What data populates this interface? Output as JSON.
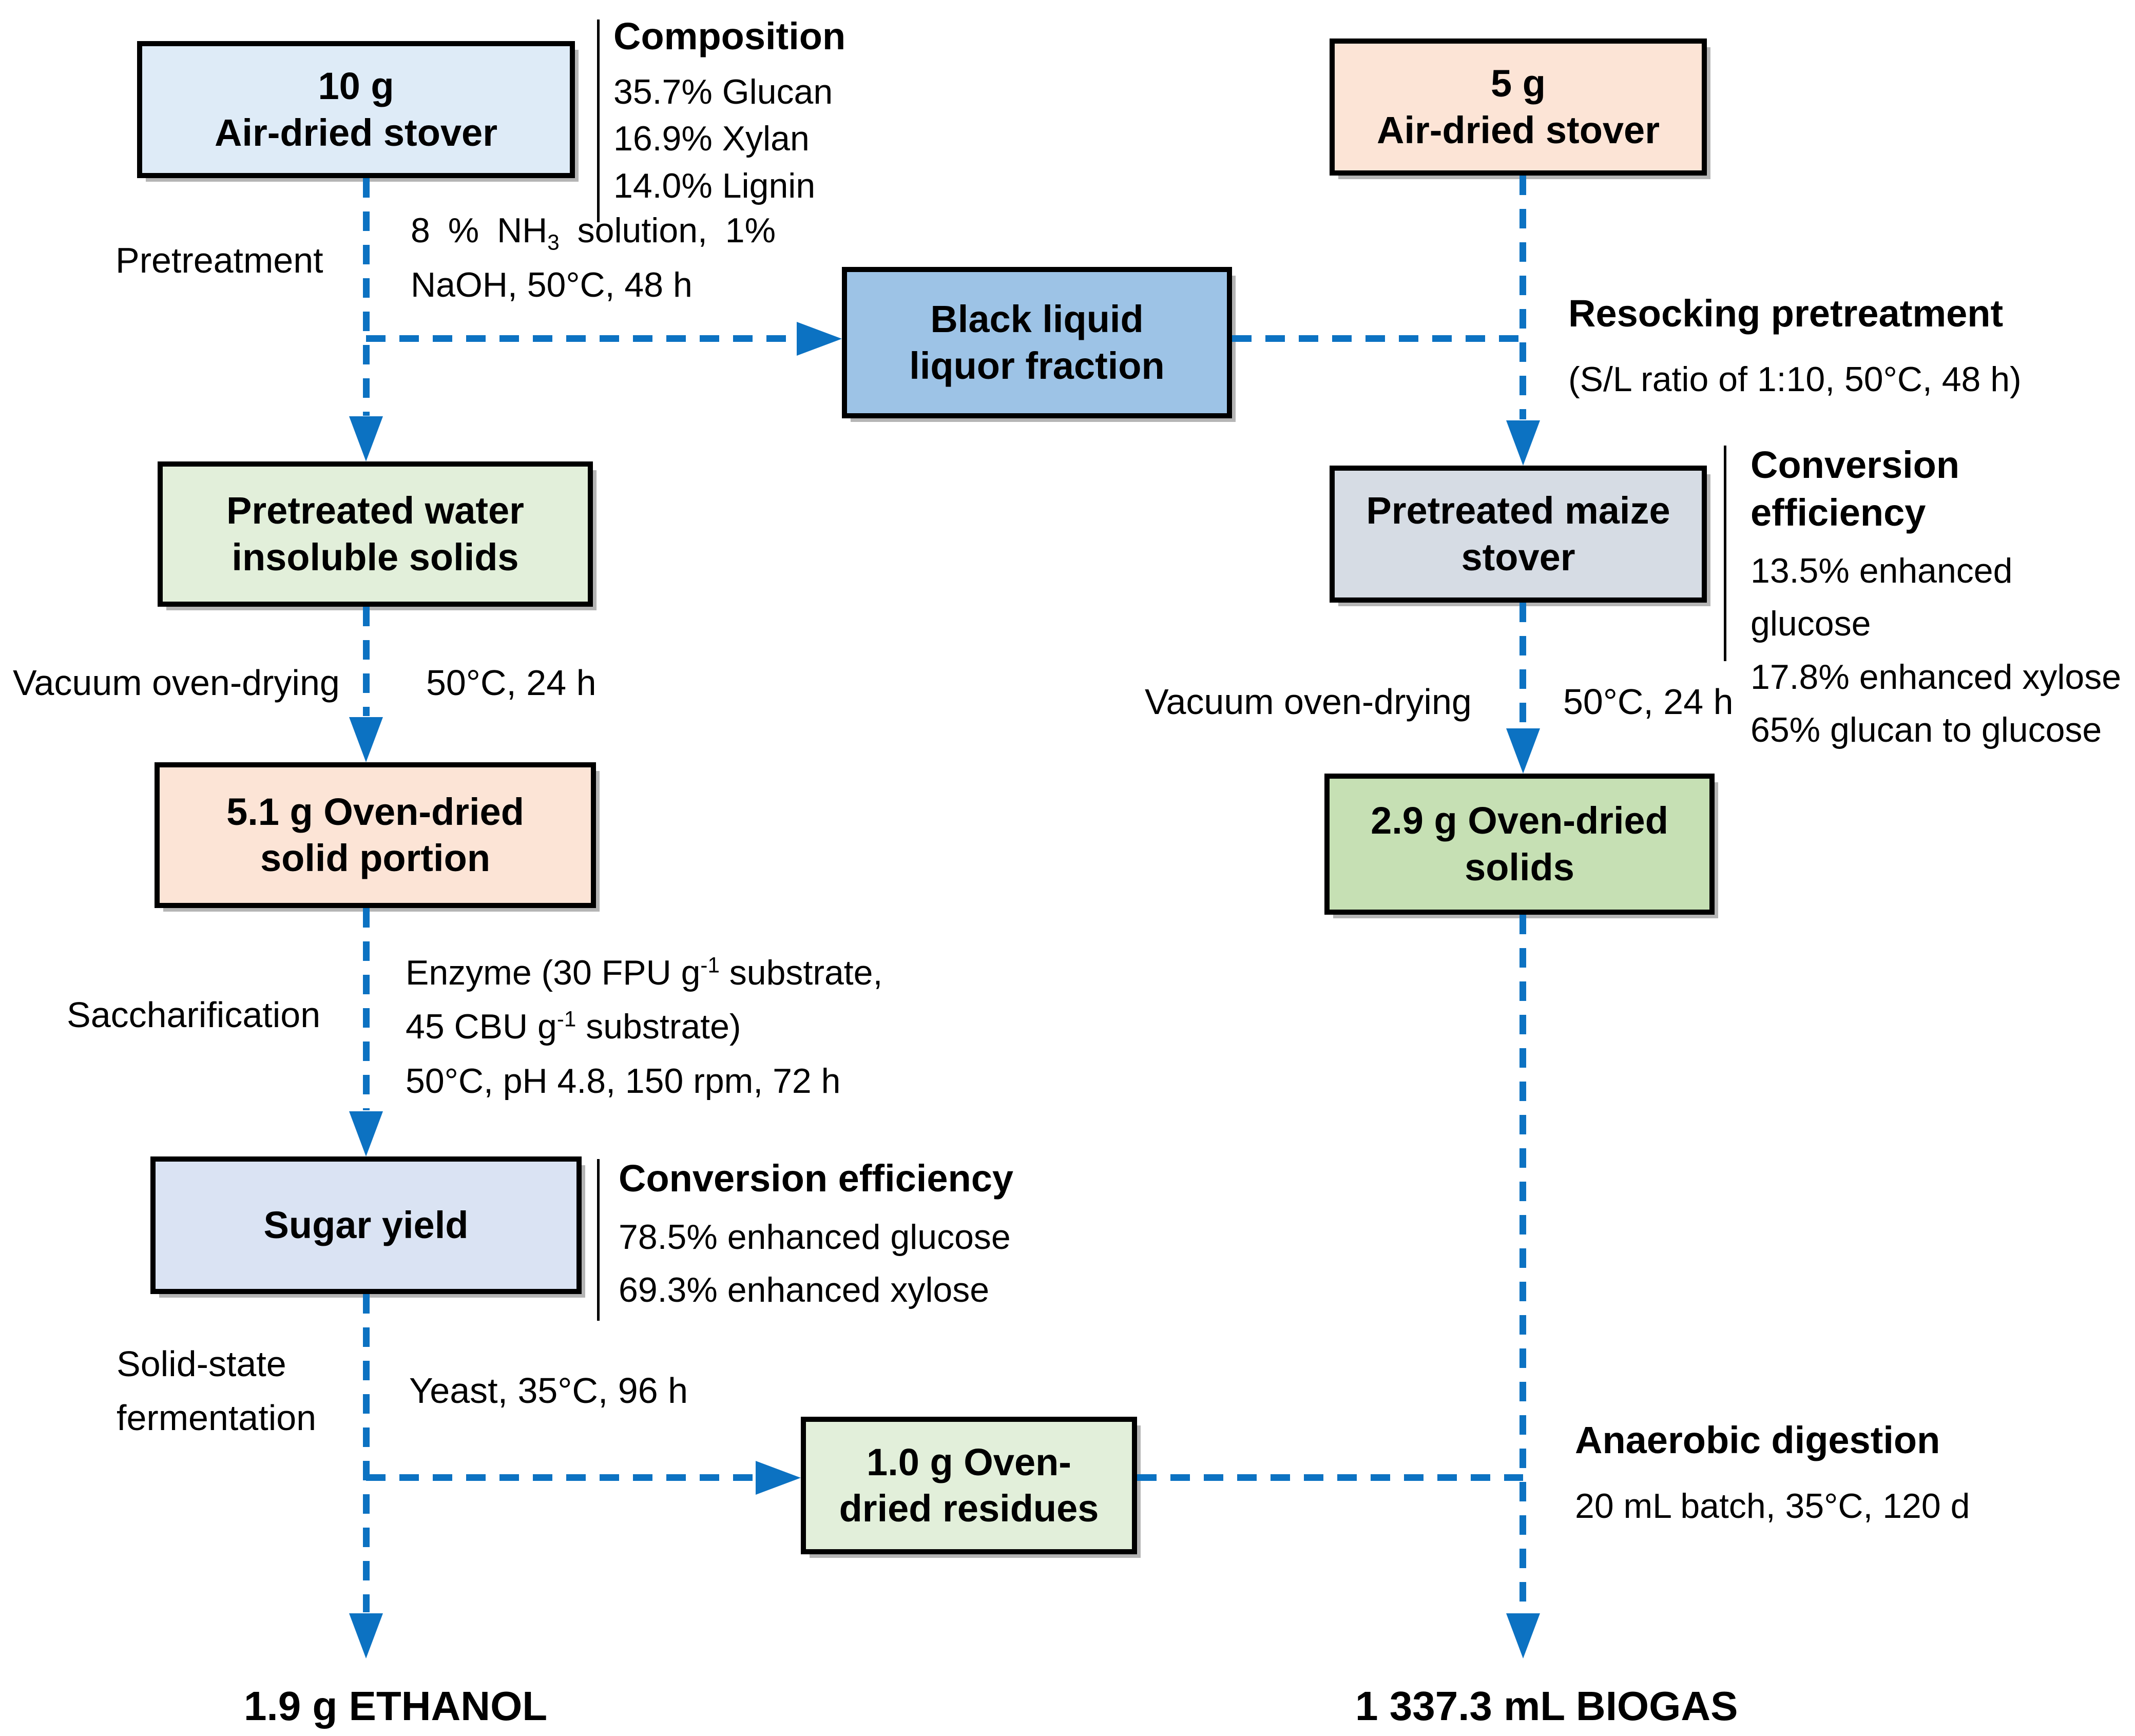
{
  "boxes": {
    "stover10": {
      "line1": "10 g",
      "line2": "Air-dried stover"
    },
    "blackliquor": {
      "line1": "Black liquid",
      "line2": "liquor fraction"
    },
    "stover5": {
      "line1": "5 g",
      "line2": "Air-dried stover"
    },
    "wis": {
      "line1": "Pretreated water",
      "line2": "insoluble solids"
    },
    "maize": {
      "line1": "Pretreated maize",
      "line2": "stover"
    },
    "oven51": {
      "line1": "5.1 g Oven-dried",
      "line2": "solid portion"
    },
    "oven29": {
      "line1": "2.9 g Oven-dried",
      "line2": "solids"
    },
    "sugar": {
      "line1": "Sugar yield"
    },
    "residues": {
      "line1": "1.0 g Oven-",
      "line2": "dried residues"
    }
  },
  "annotations": {
    "composition": {
      "title": "Composition",
      "lines": [
        "35.7% Glucan",
        "16.9% Xylan",
        "14.0% Lignin"
      ]
    },
    "pretreatment": {
      "label": "Pretreatment",
      "note1a": "8 % NH",
      "note1sub": "3",
      "note1b": " solution, 1%",
      "note2": "NaOH, 50°C, 48 h"
    },
    "resocking": {
      "title": "Resocking pretreatment",
      "subtitle": "(S/L ratio of 1:10, 50°C, 48 h)"
    },
    "conv_right": {
      "title": "Conversion efficiency",
      "lines": [
        "13.5% enhanced glucose",
        "17.8% enhanced xylose",
        "65% glucan to glucose"
      ]
    },
    "vacuum_left": {
      "label": "Vacuum oven-drying",
      "condition": "50°C, 24 h"
    },
    "vacuum_right": {
      "label": "Vacuum oven-drying",
      "condition": "50°C, 24 h"
    },
    "saccharification": {
      "label": "Saccharification",
      "note1a": "Enzyme (30 FPU g",
      "note1sup": "-1",
      "note1b": " substrate,",
      "note2a": "45 CBU g",
      "note2sup": "-1",
      "note2b": " substrate)",
      "note3": "50°C, pH 4.8, 150 rpm, 72 h"
    },
    "conv_left": {
      "title": "Conversion efficiency",
      "lines": [
        "78.5% enhanced glucose",
        "69.3% enhanced xylose"
      ]
    },
    "fermentation": {
      "label1": "Solid-state",
      "label2": "fermentation",
      "note": "Yeast, 35°C, 96 h"
    },
    "anaerobic": {
      "title": "Anaerobic digestion",
      "subtitle": "20 mL batch, 35°C, 120 d"
    }
  },
  "outputs": {
    "ethanol": "1.9 g ETHANOL",
    "biogas": "1 337.3 mL BIOGAS"
  },
  "colors": {
    "arrow_blue": "#0C72C2",
    "box_stover10": "#DEEBF7",
    "box_blackliquor": "#9DC3E6",
    "box_stover5": "#FCE4D6",
    "box_wis": "#E2EFDA",
    "box_maize": "#D6DCE4",
    "box_oven51": "#FCE4D6",
    "box_oven29": "#C6E0B4",
    "box_sugar": "#DAE3F3",
    "box_residues": "#E2EFDA",
    "border": "#000000"
  }
}
